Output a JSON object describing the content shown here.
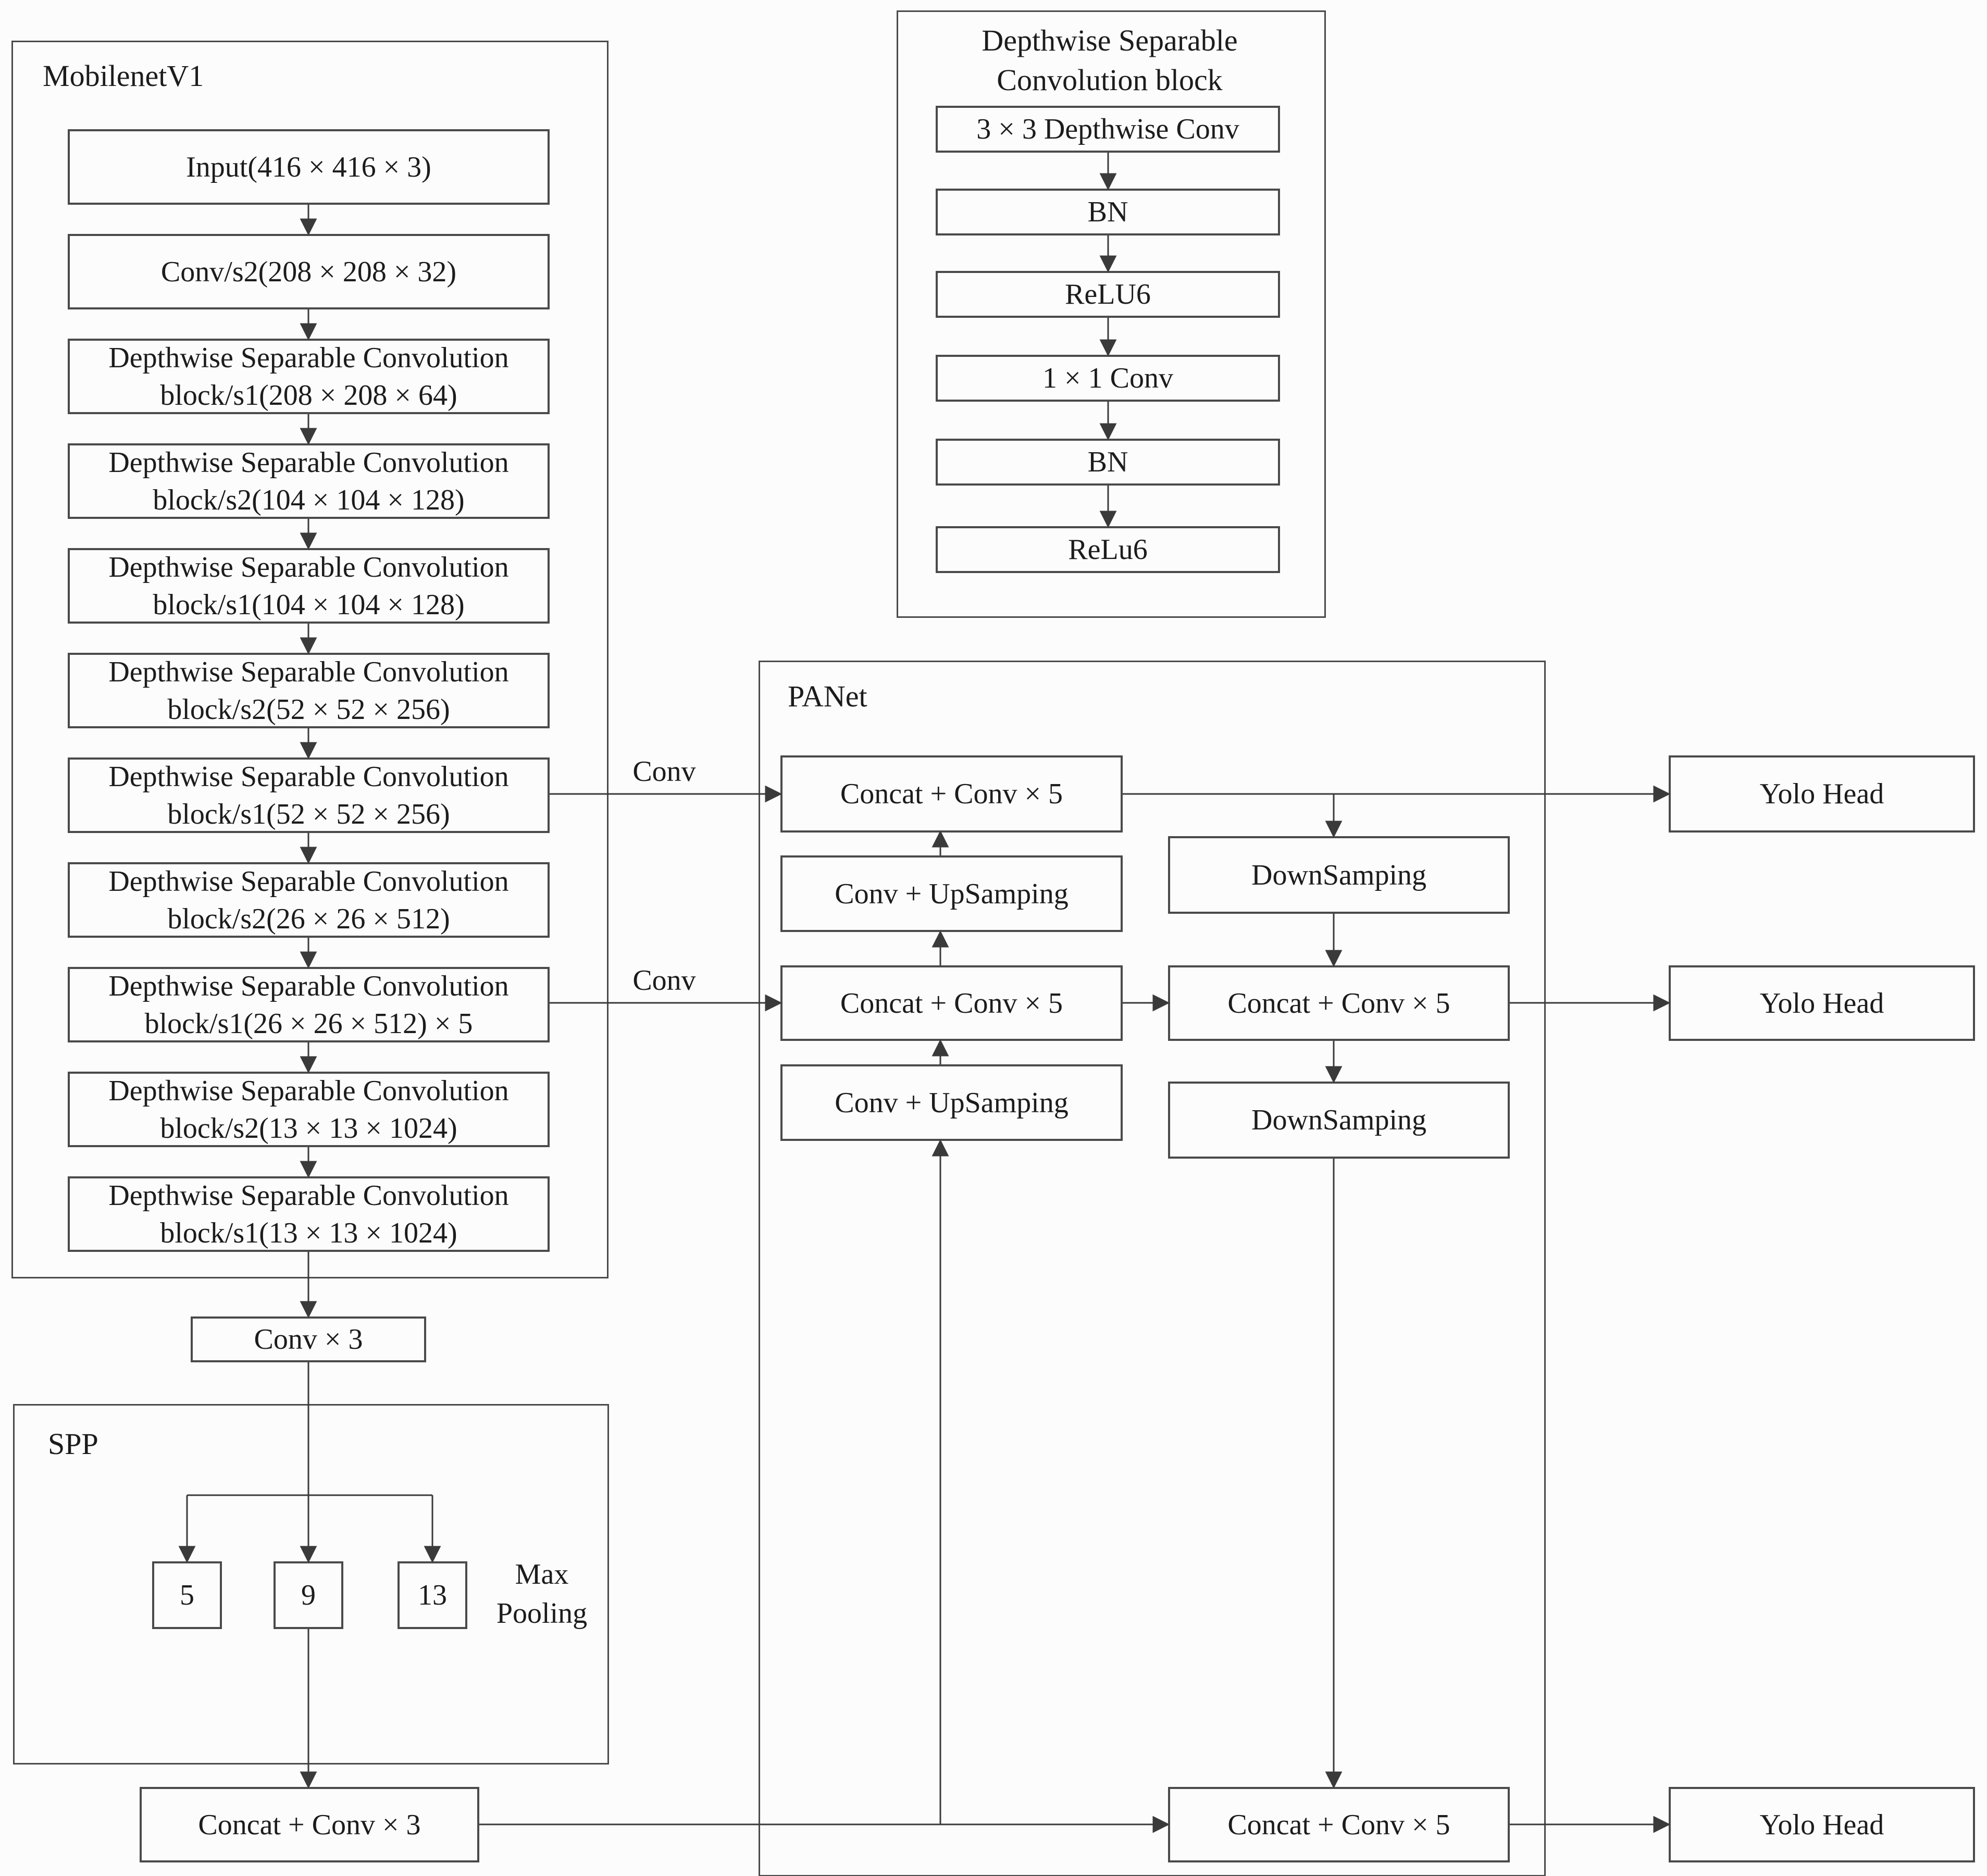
{
  "backbone": {
    "title": "MobilenetV1",
    "layers": [
      {
        "text": "Input(416 × 416 × 3)"
      },
      {
        "text": "Conv/s2(208 × 208 × 32)"
      },
      {
        "text": "Depthwise Separable Convolution\nblock/s1(208 × 208 × 64)"
      },
      {
        "text": "Depthwise Separable Convolution\nblock/s2(104 × 104 × 128)"
      },
      {
        "text": "Depthwise Separable Convolution\nblock/s1(104 × 104 × 128)"
      },
      {
        "text": "Depthwise Separable Convolution\nblock/s2(52 × 52 × 256)"
      },
      {
        "text": "Depthwise Separable Convolution\nblock/s1(52 × 52 × 256)"
      },
      {
        "text": "Depthwise Separable Convolution\nblock/s2(26 × 26 × 512)"
      },
      {
        "text": "Depthwise Separable Convolution\nblock/s1(26 × 26 × 512)  × 5"
      },
      {
        "text": "Depthwise Separable Convolution\nblock/s2(13 × 13 × 1024)"
      },
      {
        "text": "Depthwise Separable Convolution\nblock/s1(13 × 13 × 1024)"
      }
    ]
  },
  "conv3": {
    "label": "Conv × 3"
  },
  "spp": {
    "title": "SPP",
    "pools": [
      "5",
      "9",
      "13"
    ],
    "max_pooling": "Max\nPooling"
  },
  "concat_conv3": {
    "label": "Concat + Conv × 3"
  },
  "dsc_block": {
    "title": "Depthwise Separable\nConvolution block",
    "layers": [
      "3 × 3 Depthwise Conv",
      "BN",
      "ReLU6",
      "1 × 1 Conv",
      "BN",
      "ReLu6"
    ]
  },
  "panet": {
    "title": "PANet",
    "concat_conv5_top": "Concat + Conv × 5",
    "conv_upsamping_top": "Conv + UpSamping",
    "concat_conv5_mid": "Concat + Conv × 5",
    "conv_upsamping_bottom": "Conv + UpSamping",
    "downsamping_top": "DownSamping",
    "concat_conv5_right": "Concat + Conv × 5",
    "downsamping_bottom": "DownSamping",
    "concat_conv5_bottom": "Concat + Conv × 5"
  },
  "edges": {
    "conv_top": "Conv",
    "conv_bottom": "Conv"
  },
  "heads": {
    "top": "Yolo Head",
    "middle": "Yolo Head",
    "bottom": "Yolo Head"
  },
  "colors": {
    "line": "#3a3a3a",
    "box_border": "#4a4a4a",
    "text": "#1c1c1c",
    "background": "#fcfcfc"
  }
}
